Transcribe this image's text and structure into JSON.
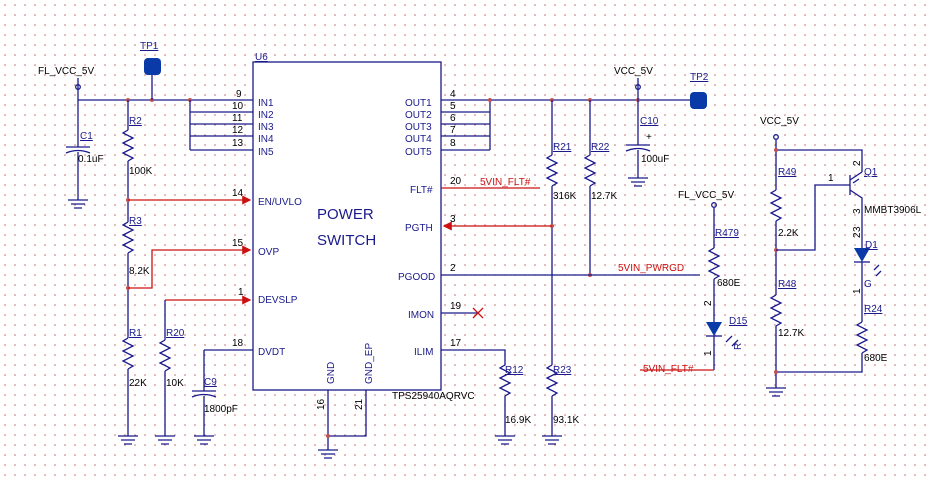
{
  "chip": {
    "ref": "U6",
    "title_line1": "POWER",
    "title_line2": "SWITCH",
    "part": "TPS25940AQRVC",
    "left_pins": [
      {
        "num": "9",
        "name": "IN1"
      },
      {
        "num": "10",
        "name": "IN2"
      },
      {
        "num": "11",
        "name": "IN3"
      },
      {
        "num": "12",
        "name": "IN4"
      },
      {
        "num": "13",
        "name": "IN5"
      },
      {
        "num": "14",
        "name": "EN/UVLO"
      },
      {
        "num": "15",
        "name": "OVP"
      },
      {
        "num": "1",
        "name": "DEVSLP"
      },
      {
        "num": "18",
        "name": "DVDT"
      }
    ],
    "right_pins": [
      {
        "num": "4",
        "name": "OUT1"
      },
      {
        "num": "5",
        "name": "OUT2"
      },
      {
        "num": "6",
        "name": "OUT3"
      },
      {
        "num": "7",
        "name": "OUT4"
      },
      {
        "num": "8",
        "name": "OUT5"
      },
      {
        "num": "20",
        "name": "FLT#"
      },
      {
        "num": "3",
        "name": "PGTH"
      },
      {
        "num": "2",
        "name": "PGOOD"
      },
      {
        "num": "19",
        "name": "IMON"
      },
      {
        "num": "17",
        "name": "ILIM"
      }
    ],
    "bottom_pins": [
      {
        "num": "16",
        "name": "GND"
      },
      {
        "num": "21",
        "name": "GND_EP"
      }
    ]
  },
  "power": {
    "fl_vcc_left": "FL_VCC_5V",
    "vcc_right": "VCC_5V",
    "fl_vcc_led": "FL_VCC_5V",
    "vcc_q1": "VCC_5V"
  },
  "testpoints": {
    "tp1": "TP1",
    "tp2": "TP2"
  },
  "nets": {
    "flt_out": "5VIN_FLT#",
    "pwrgd": "5VIN_PWRGD",
    "flt_led": "5VIN_FLT#"
  },
  "components": {
    "C1": {
      "ref": "C1",
      "value": "0.1uF"
    },
    "R2": {
      "ref": "R2",
      "value": "100K"
    },
    "R3": {
      "ref": "R3",
      "value": "8.2K"
    },
    "R1": {
      "ref": "R1",
      "value": "22K"
    },
    "R20": {
      "ref": "R20",
      "value": "10K"
    },
    "C9": {
      "ref": "C9",
      "value": "1800pF"
    },
    "R12": {
      "ref": "R12",
      "value": "16.9K"
    },
    "R21": {
      "ref": "R21",
      "value": "316K"
    },
    "R23": {
      "ref": "R23",
      "value": "93.1K"
    },
    "R22": {
      "ref": "R22",
      "value": "12.7K"
    },
    "C10": {
      "ref": "C10",
      "value": "100uF",
      "polarity": "+"
    },
    "R479": {
      "ref": "R479",
      "value": "680E"
    },
    "D15": {
      "ref": "D15",
      "pin_a": "2",
      "pin_k": "1",
      "label": "R"
    },
    "R49": {
      "ref": "R49",
      "value": "2.2K"
    },
    "R48": {
      "ref": "R48",
      "value": "12.7K"
    },
    "Q1": {
      "ref": "Q1",
      "part": "MMBT3906L",
      "pin_b": "1",
      "pin_e": "2",
      "pin_c": "3",
      "pin_c2": "3"
    },
    "D1": {
      "ref": "D1",
      "pin_a": "2",
      "pin_k": "1",
      "label": "G"
    },
    "R24": {
      "ref": "R24",
      "value": "680E"
    }
  }
}
